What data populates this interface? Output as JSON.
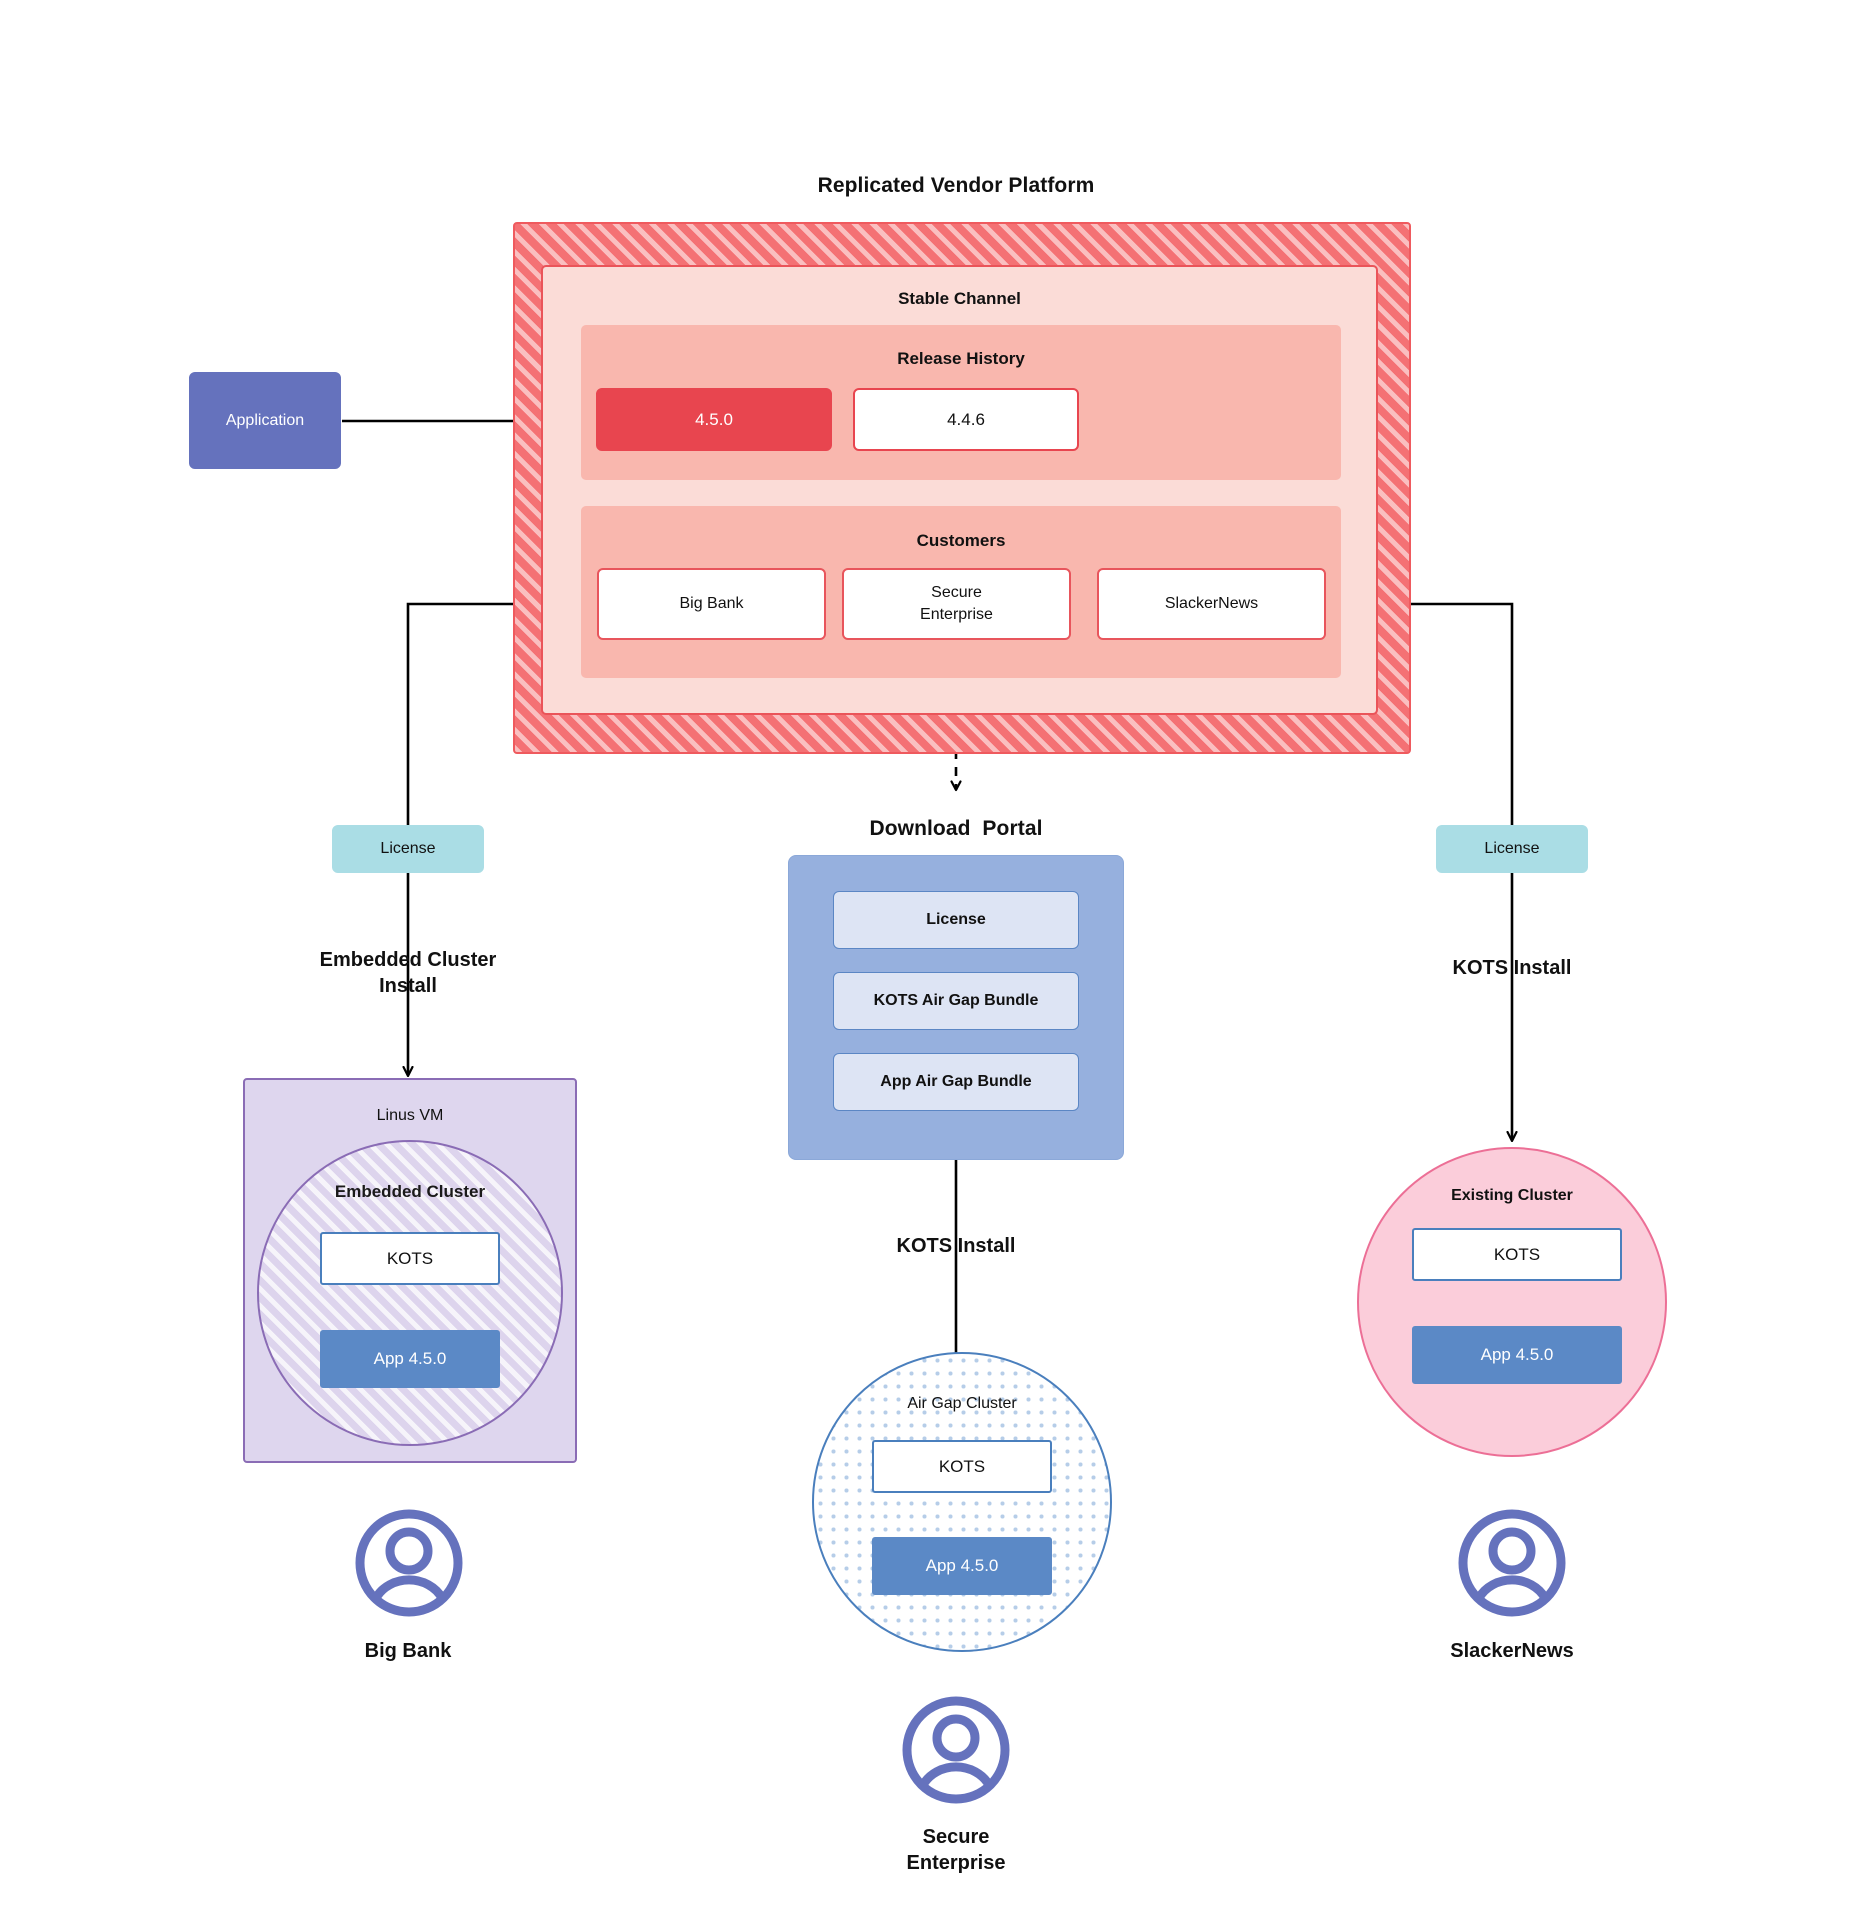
{
  "diagram": {
    "title": "Replicated Vendor Platform",
    "platform": {
      "channel_title": "Stable Channel",
      "release_history": {
        "title": "Release History",
        "releases": [
          {
            "version": "4.5.0",
            "state": "current"
          },
          {
            "version": "4.4.6",
            "state": "previous"
          }
        ]
      },
      "customers": {
        "title": "Customers",
        "items": [
          {
            "name": "Big Bank"
          },
          {
            "name": "Secure\nEnterprise"
          },
          {
            "name": "SlackerNews"
          }
        ]
      }
    },
    "application_node": {
      "label": "Application"
    },
    "branches": {
      "left": {
        "license_label": "License",
        "install_label": "Embedded Cluster\nInstall",
        "host_title": "Linus VM",
        "cluster_title": "Embedded Cluster",
        "kots_label": "KOTS",
        "app_label": "App 4.5.0",
        "customer_label": "Big Bank"
      },
      "middle": {
        "portal_title": "Download  Portal",
        "portal_items": [
          "License",
          "KOTS Air Gap Bundle",
          "App Air Gap Bundle"
        ],
        "install_label": "KOTS Install",
        "cluster_title": "Air Gap Cluster",
        "kots_label": "KOTS",
        "app_label": "App 4.5.0",
        "customer_label": "Secure\nEnterprise"
      },
      "right": {
        "license_label": "License",
        "install_label": "KOTS Install",
        "cluster_title": "Existing Cluster",
        "kots_label": "KOTS",
        "app_label": "App 4.5.0",
        "customer_label": "SlackerNews"
      }
    },
    "icons": {
      "avatar": "user-avatar-icon"
    },
    "colors": {
      "platform_hatch": "#f47174",
      "platform_border": "#ef5a5e",
      "channel_fill": "#fbdcd7",
      "section_fill": "#f9b7ae",
      "release_current": "#e8454f",
      "application": "#6572bd",
      "license_chip": "#aadde5",
      "portal": "#96b0de",
      "portal_item": "#dde4f4",
      "vm_fill": "#ded6ee",
      "vm_border": "#8a6cb5",
      "airgap_border": "#4a7fbd",
      "existing_fill": "#fbcdda",
      "existing_border": "#ec6f96",
      "app_version": "#5b89c6",
      "avatar": "#6572bd"
    }
  }
}
